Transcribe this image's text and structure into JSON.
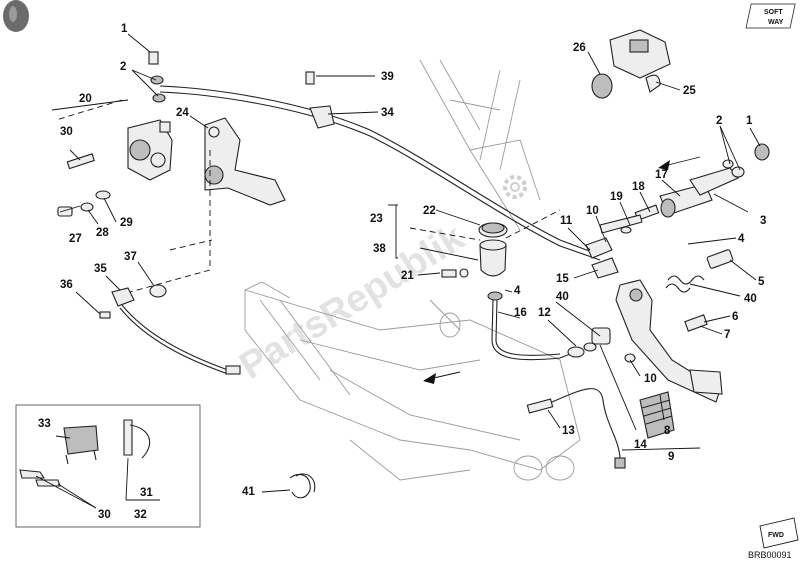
{
  "logo": {
    "line1": "SOFT",
    "line2": "WAY"
  },
  "watermark": "PartsRepublik",
  "fwd_badge": "FWD",
  "diagram_code": "BRB00091",
  "callouts": {
    "c1a": "1",
    "c2a": "2",
    "c20": "20",
    "c30a": "30",
    "c24": "24",
    "c39": "39",
    "c34": "34",
    "c26": "26",
    "c25": "25",
    "c2b": "2",
    "c1b": "1",
    "c17": "17",
    "c18": "18",
    "c19": "19",
    "c3": "3",
    "c10a": "10",
    "c11": "11",
    "c22": "22",
    "c23": "23",
    "c38": "38",
    "c21": "21",
    "c4a": "4",
    "c4b": "4",
    "c15": "15",
    "c5": "5",
    "c40a": "40",
    "c40b": "40",
    "c27": "27",
    "c28": "28",
    "c29": "29",
    "c37": "37",
    "c35": "35",
    "c36": "36",
    "c16": "16",
    "c12": "12",
    "c6": "6",
    "c7": "7",
    "c10b": "10",
    "c13": "13",
    "c14": "14",
    "c8": "8",
    "c9": "9",
    "c33": "33",
    "c31": "31",
    "c32": "32",
    "c30b": "30",
    "c41": "41"
  }
}
